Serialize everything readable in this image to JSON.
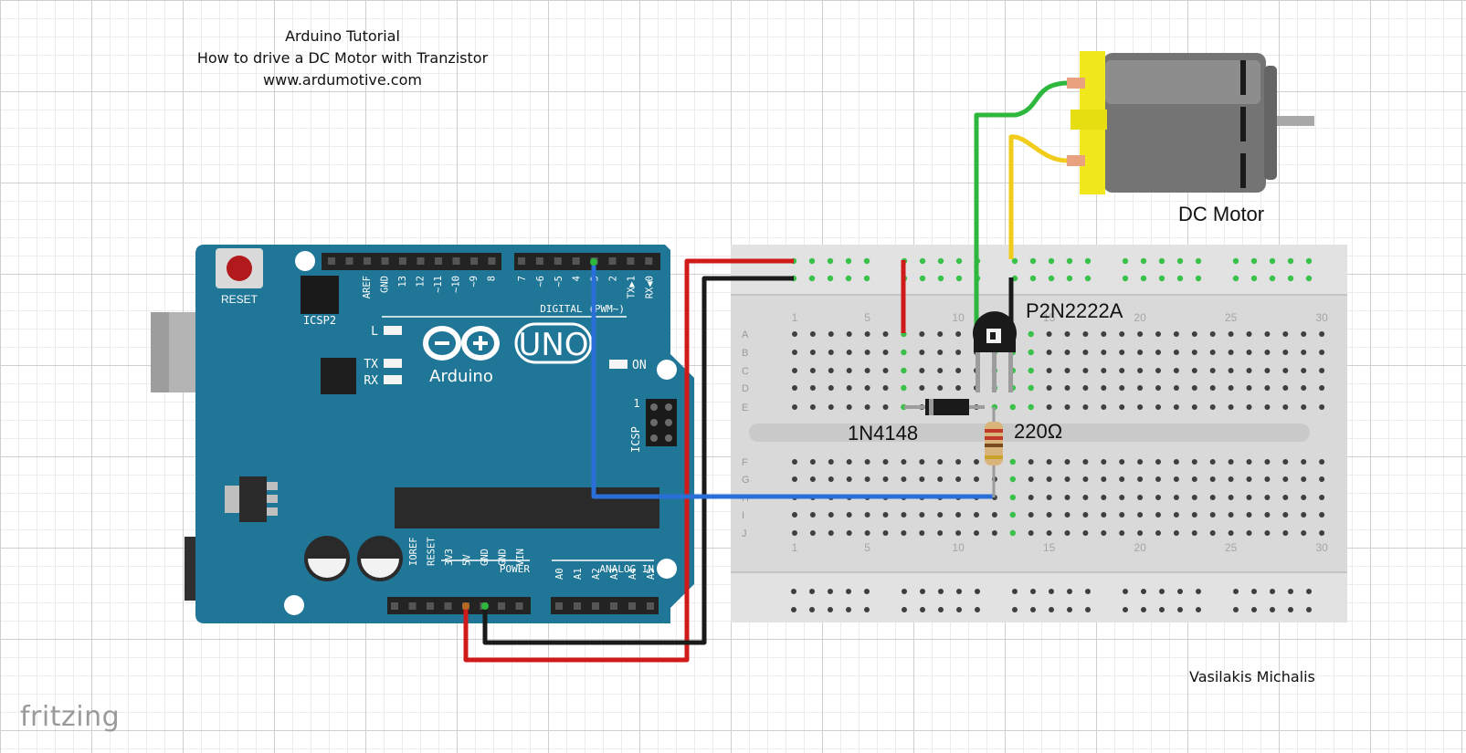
{
  "header": {
    "line1": "Arduino Tutorial",
    "line2": "How to drive a DC Motor with Tranzistor",
    "line3": "www.ardumotive.com"
  },
  "components": {
    "motor_label": "DC Motor",
    "transistor_label": "P2N2222A",
    "diode_label": "1N4148",
    "resistor_label": "220Ω"
  },
  "arduino": {
    "board_name": "UNO",
    "brand": "Arduino",
    "reset": "RESET",
    "icsp2": "ICSP2",
    "icsp": "ICSP",
    "digital_header": "DIGITAL (PWM~)",
    "power_header": "POWER",
    "analog_header": "ANALOG IN",
    "led_l": "L",
    "led_tx": "TX",
    "led_rx": "RX",
    "led_on": "ON",
    "icsp_pin1": "1",
    "digital_pins_left": [
      "AREF",
      "GND",
      "13",
      "12",
      "~11",
      "~10",
      "~9",
      "8"
    ],
    "digital_pins_right": [
      "7",
      "~6",
      "~5",
      "4",
      "~3",
      "2",
      "TX▶1",
      "RX◀0"
    ],
    "power_pins": [
      "IOREF",
      "RESET",
      "3V3",
      "5V",
      "GND",
      "GND",
      "VIN"
    ],
    "analog_pins": [
      "A0",
      "A1",
      "A2",
      "A3",
      "A4",
      "A5"
    ]
  },
  "breadboard": {
    "rows_top": [
      "A",
      "B",
      "C",
      "D",
      "E"
    ],
    "rows_bottom": [
      "F",
      "G",
      "H",
      "I",
      "J"
    ],
    "col_numbers": [
      "1",
      "5",
      "10",
      "15",
      "20",
      "25",
      "30"
    ]
  },
  "wire_colors": {
    "red": "#d01919",
    "black": "#1a1a1a",
    "blue": "#2a6fd8",
    "green": "#2db83d",
    "yellow": "#f2cc1a"
  },
  "footer": {
    "author": "Vasilakis Michalis",
    "watermark": "fritzing"
  }
}
